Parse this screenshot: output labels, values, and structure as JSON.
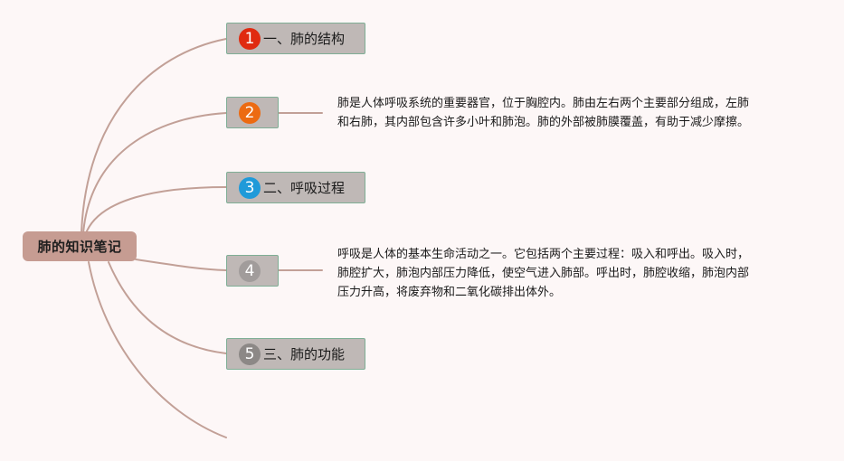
{
  "root": {
    "label": "肺的知识笔记"
  },
  "nodes": [
    {
      "number": "1",
      "label": "一、肺的结构",
      "badge_color": "#e02a10"
    },
    {
      "number": "2",
      "label": "",
      "badge_color": "#ec6b12"
    },
    {
      "number": "3",
      "label": "二、呼吸过程",
      "badge_color": "#1f9ad9"
    },
    {
      "number": "4",
      "label": "",
      "badge_color": "#a19c9b"
    },
    {
      "number": "5",
      "label": "三、肺的功能",
      "badge_color": "#8c8886"
    }
  ],
  "descriptions": [
    {
      "lines": [
        "肺是人体呼吸系统的重要器官，位于胸腔内。肺由左右两个主要部分组成，左肺",
        "和右肺，其内部包含许多小叶和肺泡。肺的外部被肺膜覆盖，有助于减少摩擦。"
      ]
    },
    {
      "lines": [
        "呼吸是人体的基本生命活动之一。它包括两个主要过程：吸入和呼出。吸入时，",
        "肺腔扩大，肺泡内部压力降低，使空气进入肺部。呼出时，肺腔收缩，肺泡内部",
        "压力升高，将废弃物和二氧化碳排出体外。"
      ]
    }
  ],
  "colors": {
    "background": "#fdf7f7",
    "root_fill": "#c69c92",
    "node_fill": "#bfb8b6",
    "node_border": "#7fae95",
    "connector": "#c2a097"
  }
}
